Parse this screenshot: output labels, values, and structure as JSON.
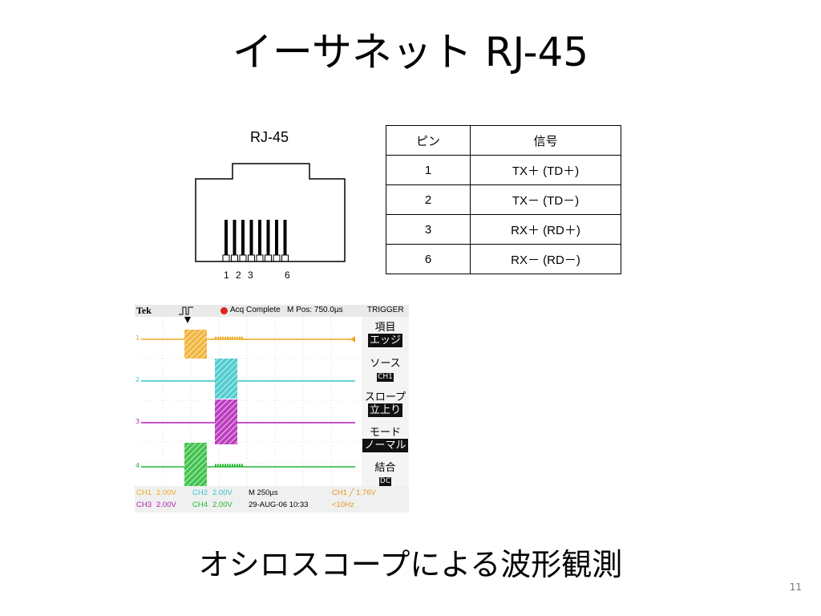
{
  "slide": {
    "title": "イーサネット RJ-45",
    "subtitle": "オシロスコープによる波形観測",
    "page_number": "11"
  },
  "rj45": {
    "label": "RJ-45",
    "pin_numbers": [
      "1",
      "2",
      "3",
      "6"
    ]
  },
  "pin_table": {
    "headers": [
      "ピン",
      "信号"
    ],
    "rows": [
      {
        "pin": "1",
        "signal": "TX＋ (TD＋)"
      },
      {
        "pin": "2",
        "signal": "TX－ (TD－)"
      },
      {
        "pin": "3",
        "signal": "RX＋ (RD＋)"
      },
      {
        "pin": "6",
        "signal": "RX－ (RD－)"
      }
    ]
  },
  "scope": {
    "brand": "Tek",
    "status": "Acq Complete",
    "mpos": "M Pos: 750.0µs",
    "trigger_header": "TRIGGER",
    "menu": [
      {
        "label": "項目",
        "value": "エッジ"
      },
      {
        "label": "ソース",
        "value": "CH1"
      },
      {
        "label": "スロープ",
        "value": "立上り"
      },
      {
        "label": "モード",
        "value": "ノーマル"
      },
      {
        "label": "結合",
        "value": "DC"
      }
    ],
    "channel_markers": [
      "1",
      "2",
      "3",
      "4"
    ],
    "bottom": {
      "ch1": "CH1",
      "ch1_scale": "2.00V",
      "ch2": "CH2",
      "ch2_scale": "2.00V",
      "ch3": "CH3",
      "ch3_scale": "2.00V",
      "ch4": "CH4",
      "ch4_scale": "2.00V",
      "timebase": "M 250µs",
      "date": "29-AUG-06 10:33",
      "trig": "CH1 ╱ 1.76V",
      "freq": "<10Hz"
    },
    "colors": {
      "ch1": "#f0a81c",
      "ch2": "#33c4c8",
      "ch3": "#b01cb4",
      "ch4": "#22b830"
    }
  }
}
